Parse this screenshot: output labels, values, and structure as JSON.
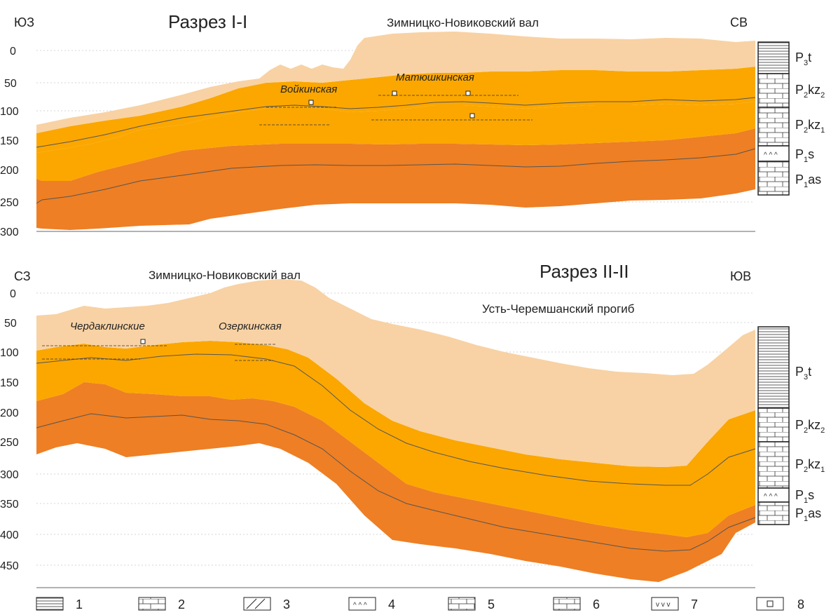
{
  "section1": {
    "title": "Разрез I-I",
    "left_dir": "ЮЗ",
    "right_dir": "СВ",
    "structure_label": "Зимницко-Новиковский вал",
    "ticks": [
      "0",
      "50",
      "100",
      "150",
      "200",
      "250",
      "300"
    ],
    "fields": [
      "Войкинская",
      "Матюшкинская"
    ],
    "strat": [
      {
        "main": "P",
        "sub": "3",
        "rest": "t"
      },
      {
        "main": "P",
        "sub": "2",
        "rest": "kz",
        "sub2": "2"
      },
      {
        "main": "P",
        "sub": "2",
        "rest": "kz",
        "sub2": "1"
      },
      {
        "main": "P",
        "sub": "1",
        "rest": "s"
      },
      {
        "main": "P",
        "sub": "1",
        "rest": "as"
      }
    ]
  },
  "section2": {
    "title": "Разрез II-II",
    "left_dir": "СЗ",
    "right_dir": "ЮВ",
    "structure_label": "Зимницко-Новиковский вал",
    "trough_label": "Усть-Черемшанский прогиб",
    "ticks": [
      "0",
      "50",
      "100",
      "150",
      "200",
      "250",
      "300",
      "350",
      "400",
      "450"
    ],
    "fields": [
      "Чердаклинские",
      "Озеркинская"
    ],
    "strat": [
      {
        "main": "P",
        "sub": "3",
        "rest": "t"
      },
      {
        "main": "P",
        "sub": "2",
        "rest": "kz",
        "sub2": "2"
      },
      {
        "main": "P",
        "sub": "2",
        "rest": "kz",
        "sub2": "1"
      },
      {
        "main": "P",
        "sub": "1",
        "rest": "s"
      },
      {
        "main": "P",
        "sub": "1",
        "rest": "as"
      }
    ]
  },
  "legend": [
    "1",
    "2",
    "3",
    "4",
    "5",
    "6",
    "7",
    "8"
  ],
  "colors": {
    "tatar": "#f8d2a4",
    "kazan": "#fba700",
    "lower": "#ee7f24",
    "line": "#555555"
  }
}
